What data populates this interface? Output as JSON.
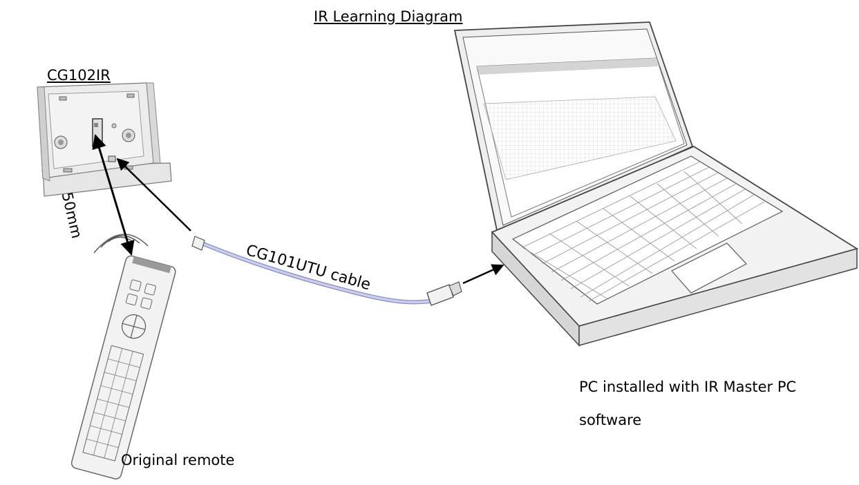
{
  "diagram": {
    "title": "IR Learning Diagram",
    "receiver_label": "CG102IR",
    "distance_label": "50mm",
    "cable_label": "CG101UTU cable",
    "pc_label_line1": "PC installed with IR Master PC",
    "pc_label_line2": "software",
    "remote_label": "Original remote"
  },
  "colors": {
    "line": "#000000",
    "device_face": "#e9e9e9",
    "device_side": "#cfcfcf",
    "cable": "#b9bde6",
    "screen": "#f7f7f7"
  },
  "icons": [
    "ir-receiver-device-icon",
    "remote-control-icon",
    "usb-cable-icon",
    "laptop-icon",
    "ir-waves-icon"
  ]
}
